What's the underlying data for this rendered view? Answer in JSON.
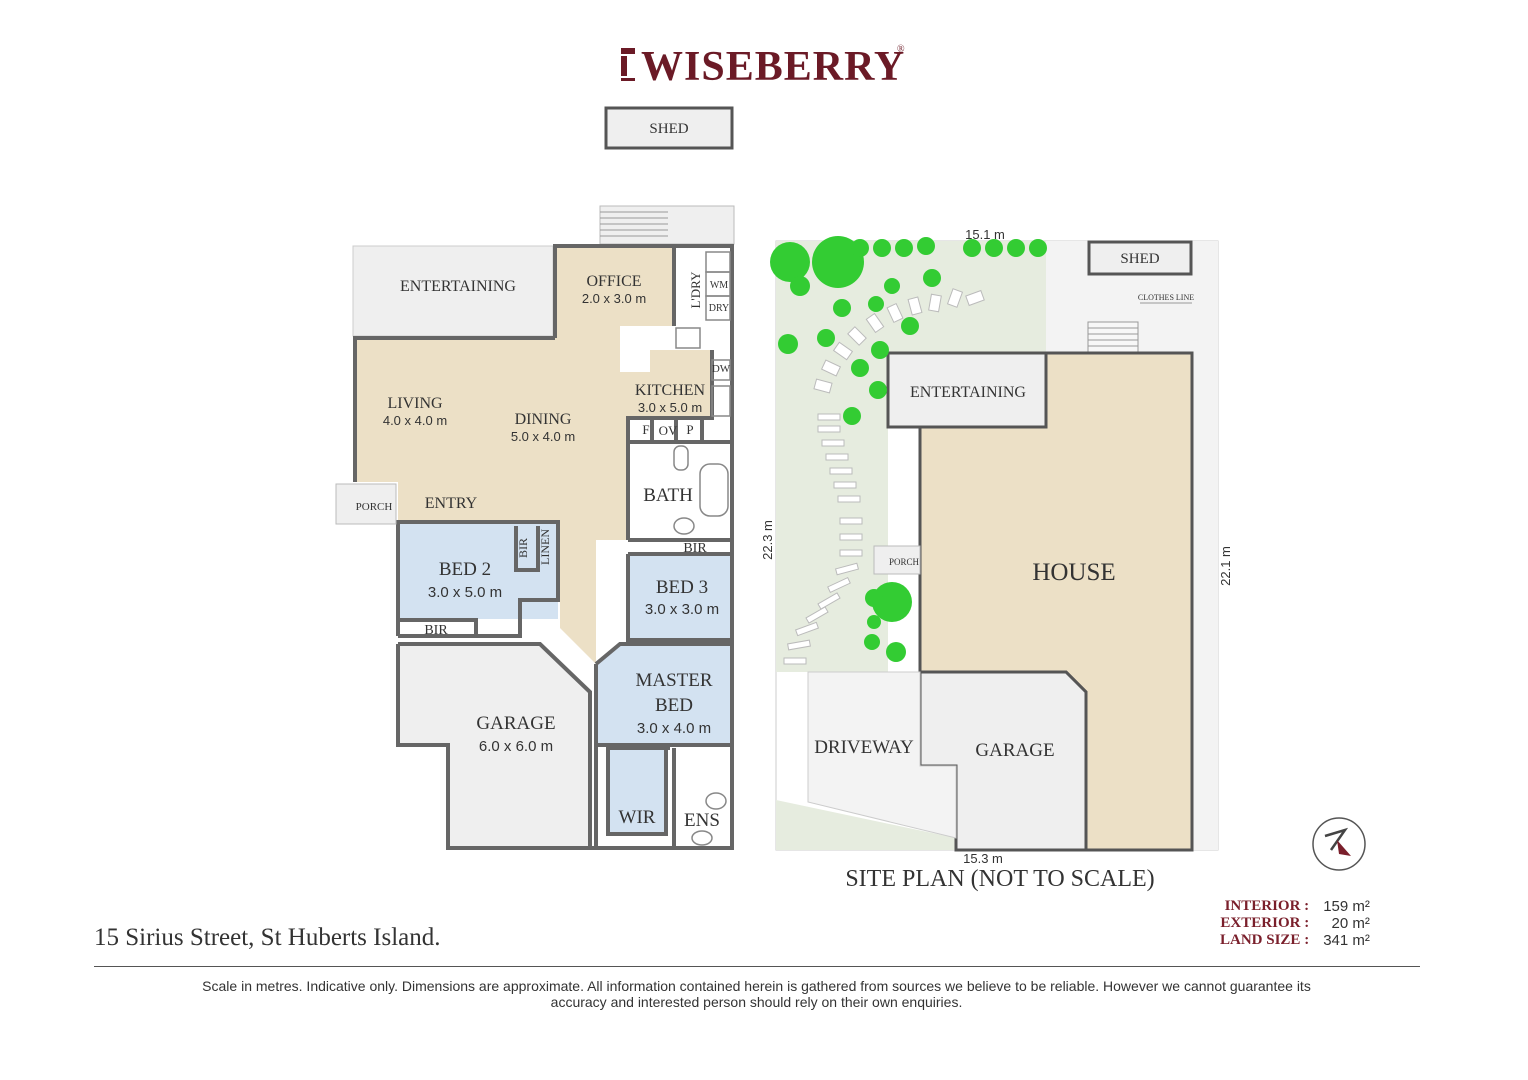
{
  "brand": {
    "name": "WISEBERRY",
    "mark": "®",
    "color": "#6b1a26"
  },
  "address": "15 Sirius Street, St Huberts Island.",
  "disclaimer": "Scale in metres. Indicative only. Dimensions are approximate. All information contained herein is gathered from sources we believe to be reliable. However we cannot guarantee its accuracy and interested person should rely on their own enquiries.",
  "areas": [
    {
      "label": "INTERIOR :",
      "value": "159 m²"
    },
    {
      "label": "EXTERIOR :",
      "value": "20 m²"
    },
    {
      "label": "LAND SIZE :",
      "value": "341 m²"
    }
  ],
  "floor_plan": {
    "shed": "SHED",
    "entertaining": "ENTERTAINING",
    "office": {
      "name": "OFFICE",
      "size": "2.0 x 3.0 m"
    },
    "laundry": "L'DRY",
    "wm": "WM",
    "dry": "DRY",
    "dw": "DW",
    "kitchen": {
      "name": "KITCHEN",
      "size": "3.0 x 5.0 m"
    },
    "fridge": "F",
    "oven": "OV",
    "pantry": "P",
    "living": {
      "name": "LIVING",
      "size": "4.0 x 4.0 m"
    },
    "dining": {
      "name": "DINING",
      "size": "5.0 x 4.0 m"
    },
    "porch": "PORCH",
    "entry": "ENTRY",
    "bath": "BATH",
    "bed2": {
      "name": "BED 2",
      "size": "3.0 x 5.0 m"
    },
    "bir": "BIR",
    "linen": "LINEN",
    "bed3": {
      "name": "BED 3",
      "size": "3.0 x 3.0 m"
    },
    "master": {
      "name1": "MASTER",
      "name2": "BED",
      "size": "3.0 x 4.0 m"
    },
    "garage": {
      "name": "GARAGE",
      "size": "6.0 x 6.0 m"
    },
    "wir": "WIR",
    "ens": "ENS"
  },
  "site_plan": {
    "title": "SITE PLAN (NOT TO SCALE)",
    "top_dim": "15.1 m",
    "bottom_dim": "15.3 m",
    "left_dim": "22.3 m",
    "right_dim": "22.1 m",
    "shed": "SHED",
    "clothes_line": "CLOTHES LINE",
    "entertaining": "ENTERTAINING",
    "house": "HOUSE",
    "porch": "PORCH",
    "driveway": "DRIVEWAY",
    "garage": "GARAGE"
  },
  "colors": {
    "wall": "#666666",
    "living": "#ece0c6",
    "bedroom": "#d3e2f1",
    "outdoor": "#efefef",
    "lawn": "#e6ecdf",
    "tree": "#33cc33",
    "accent": "#7a1f2b"
  },
  "icons": [
    "compass-north-icon",
    "brand-logo-mark-icon"
  ]
}
